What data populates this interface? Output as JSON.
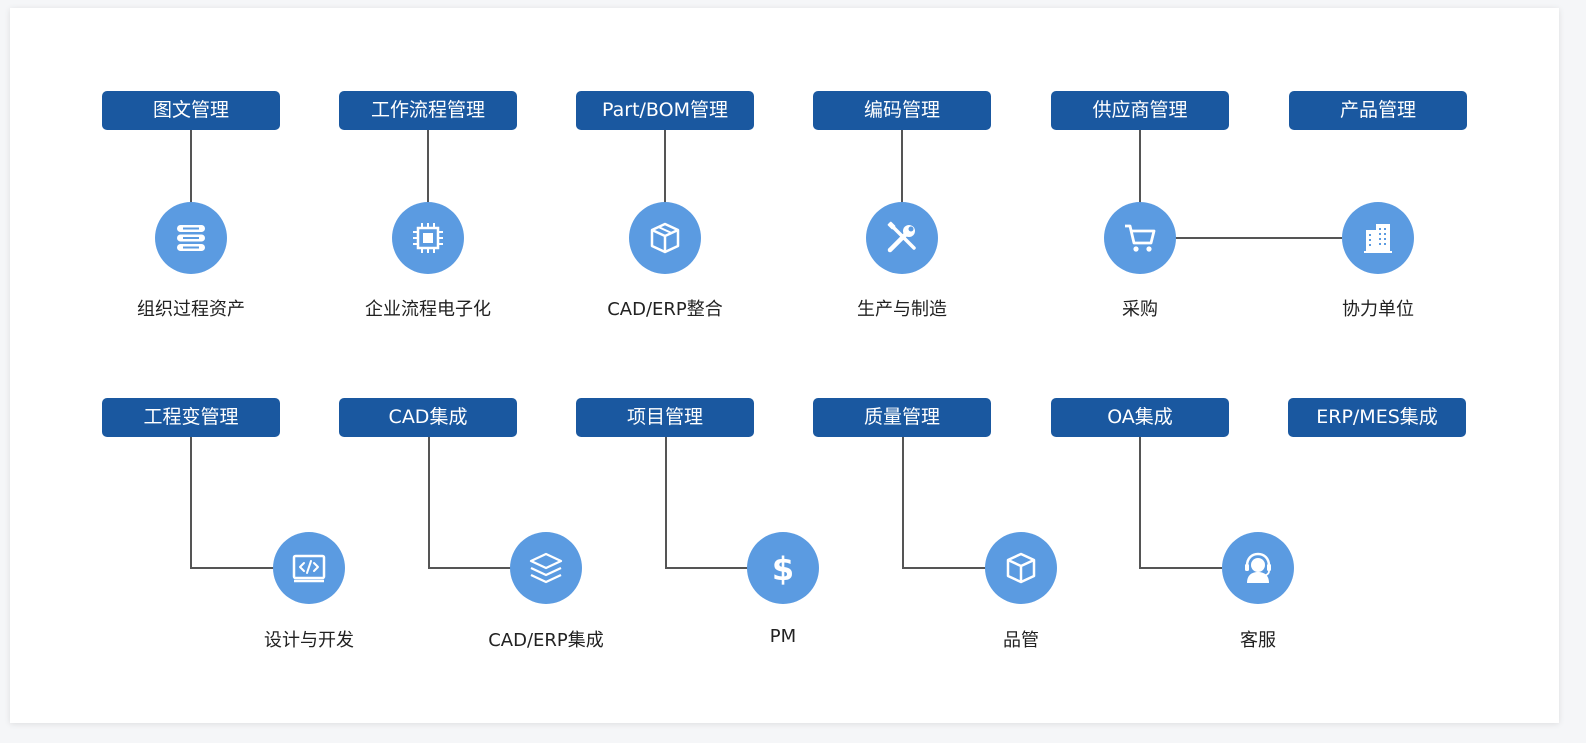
{
  "colors": {
    "module_bg": "#1a58a0",
    "node_bg": "#5b9be1",
    "connector": "#555555",
    "label_text": "#222222"
  },
  "row1": {
    "modules": [
      {
        "label": "图文管理"
      },
      {
        "label": "工作流程管理"
      },
      {
        "label": "Part/BOM管理"
      },
      {
        "label": "编码管理"
      },
      {
        "label": "供应商管理"
      },
      {
        "label": "产品管理"
      }
    ],
    "nodes": [
      {
        "label": "组织过程资产",
        "icon": "server-stack-icon"
      },
      {
        "label": "企业流程电子化",
        "icon": "chip-icon"
      },
      {
        "label": "CAD/ERP整合",
        "icon": "box-icon"
      },
      {
        "label": "生产与制造",
        "icon": "tools-icon"
      },
      {
        "label": "采购",
        "icon": "cart-icon"
      },
      {
        "label": "协力单位",
        "icon": "building-icon"
      }
    ]
  },
  "row2": {
    "modules": [
      {
        "label": "工程变管理"
      },
      {
        "label": "CAD集成"
      },
      {
        "label": "项目管理"
      },
      {
        "label": "质量管理"
      },
      {
        "label": "OA集成"
      },
      {
        "label": "ERP/MES集成"
      }
    ],
    "nodes": [
      {
        "label": "设计与开发",
        "icon": "code-window-icon"
      },
      {
        "label": "CAD/ERP集成",
        "icon": "layers-icon"
      },
      {
        "label": "PM",
        "icon": "dollar-icon"
      },
      {
        "label": "品管",
        "icon": "cube-icon"
      },
      {
        "label": "客服",
        "icon": "headset-icon"
      }
    ]
  }
}
